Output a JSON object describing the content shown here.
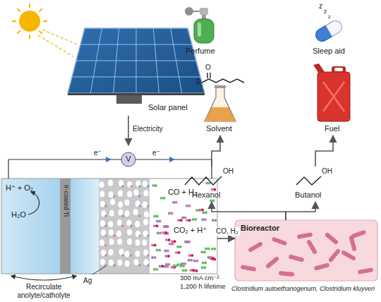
{
  "diagram": {
    "nodes": [
      {
        "text": [
          "Solar panel"
        ]
      },
      {
        "text": [
          "H⁺ + O₂",
          "H₂O",
          "Ir-coated Ti",
          "CO + H₂",
          "CO₂ + H⁺"
        ]
      },
      {
        "text": [
          "Bioreactor",
          "Clostridium autoethanogenum, Clostridium kluyveri"
        ]
      },
      {
        "text": [
          "OH",
          "Hexanol"
        ]
      },
      {
        "text": [
          "OH",
          "Butanol"
        ]
      },
      {
        "text": [
          "Perfume"
        ]
      },
      {
        "text": [
          "Sleep aid"
        ]
      },
      {
        "text": [
          "Solvent"
        ]
      },
      {
        "text": [
          "Fuel"
        ]
      }
    ],
    "edges": [
      {
        "from": 0,
        "to": 1,
        "label": "Electricity",
        "arrow": "to"
      },
      {
        "from": 1,
        "to": 2,
        "label": "CO, H₂",
        "arrow": "to"
      },
      {
        "from": 2,
        "to": 3,
        "arrow": "to"
      },
      {
        "from": 2,
        "to": 4,
        "arrow": "to"
      },
      {
        "from": 3,
        "to": 7,
        "arrow": "to"
      },
      {
        "from": 4,
        "to": 8,
        "arrow": "to"
      }
    ],
    "labels": [
      "e⁻",
      "e⁻",
      "V",
      "Ag",
      "300 mA cm⁻²",
      "1,200 h lifetime",
      "Recirculate anolyte/catholyte",
      "R",
      "O",
      "z",
      "z",
      "z"
    ]
  }
}
